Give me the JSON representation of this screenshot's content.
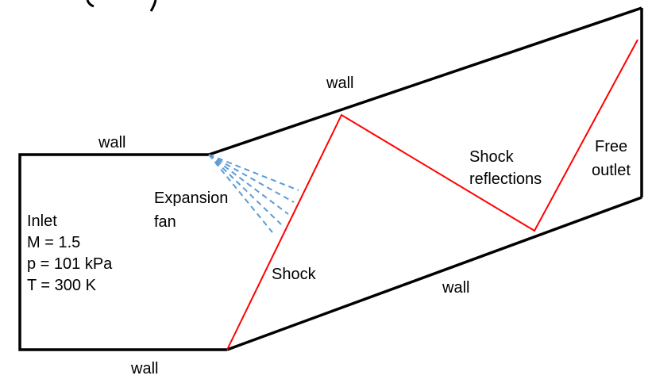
{
  "labels": {
    "wall_top_left": "wall",
    "wall_top_right": "wall",
    "wall_bottom_left": "wall",
    "wall_bottom_right": "wall",
    "expansion_fan": [
      "Expansion",
      "fan"
    ],
    "inlet": [
      "Inlet",
      "M = 1.5",
      "p = 101 kPa",
      "T = 300 K"
    ],
    "shock": "Shock",
    "shock_reflections": [
      "Shock",
      "reflections"
    ],
    "free_outlet": [
      "Free",
      "outlet"
    ]
  },
  "colors": {
    "wall": "#000000",
    "shock": "#ff0000",
    "expansion_fan": "#5b9bd5",
    "text": "#000000"
  }
}
